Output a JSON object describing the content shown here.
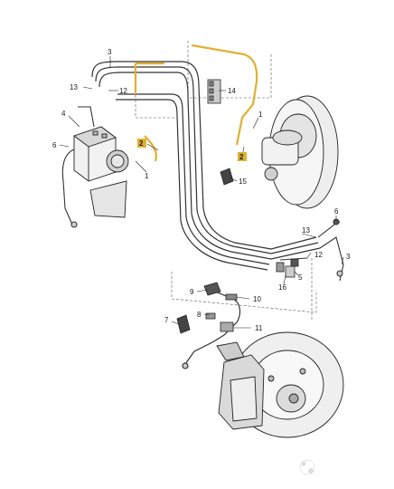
{
  "diagram": {
    "callouts": [
      {
        "id": "c3a",
        "text": "3"
      },
      {
        "id": "c13a",
        "text": "13"
      },
      {
        "id": "c12a",
        "text": "12"
      },
      {
        "id": "c4",
        "text": "4"
      },
      {
        "id": "c6a",
        "text": "6"
      },
      {
        "id": "c2a",
        "text": "2"
      },
      {
        "id": "c1a",
        "text": "1"
      },
      {
        "id": "c14",
        "text": "14"
      },
      {
        "id": "c1b",
        "text": "1"
      },
      {
        "id": "c2b",
        "text": "2"
      },
      {
        "id": "c15",
        "text": "15"
      },
      {
        "id": "c6b",
        "text": "6"
      },
      {
        "id": "c13b",
        "text": "13"
      },
      {
        "id": "c12b",
        "text": "12"
      },
      {
        "id": "c3b",
        "text": "3"
      },
      {
        "id": "c5",
        "text": "5"
      },
      {
        "id": "c16",
        "text": "16"
      },
      {
        "id": "c9",
        "text": "9"
      },
      {
        "id": "c10",
        "text": "10"
      },
      {
        "id": "c8",
        "text": "8"
      },
      {
        "id": "c7",
        "text": "7"
      },
      {
        "id": "c11",
        "text": "11"
      }
    ]
  },
  "watermark": {
    "text": "Avito"
  },
  "colors": {
    "pipe_highlight": "#e0b030",
    "line": "#222222",
    "part_fill": "#f2f2f2",
    "part_shade": "#cfcfcf"
  }
}
